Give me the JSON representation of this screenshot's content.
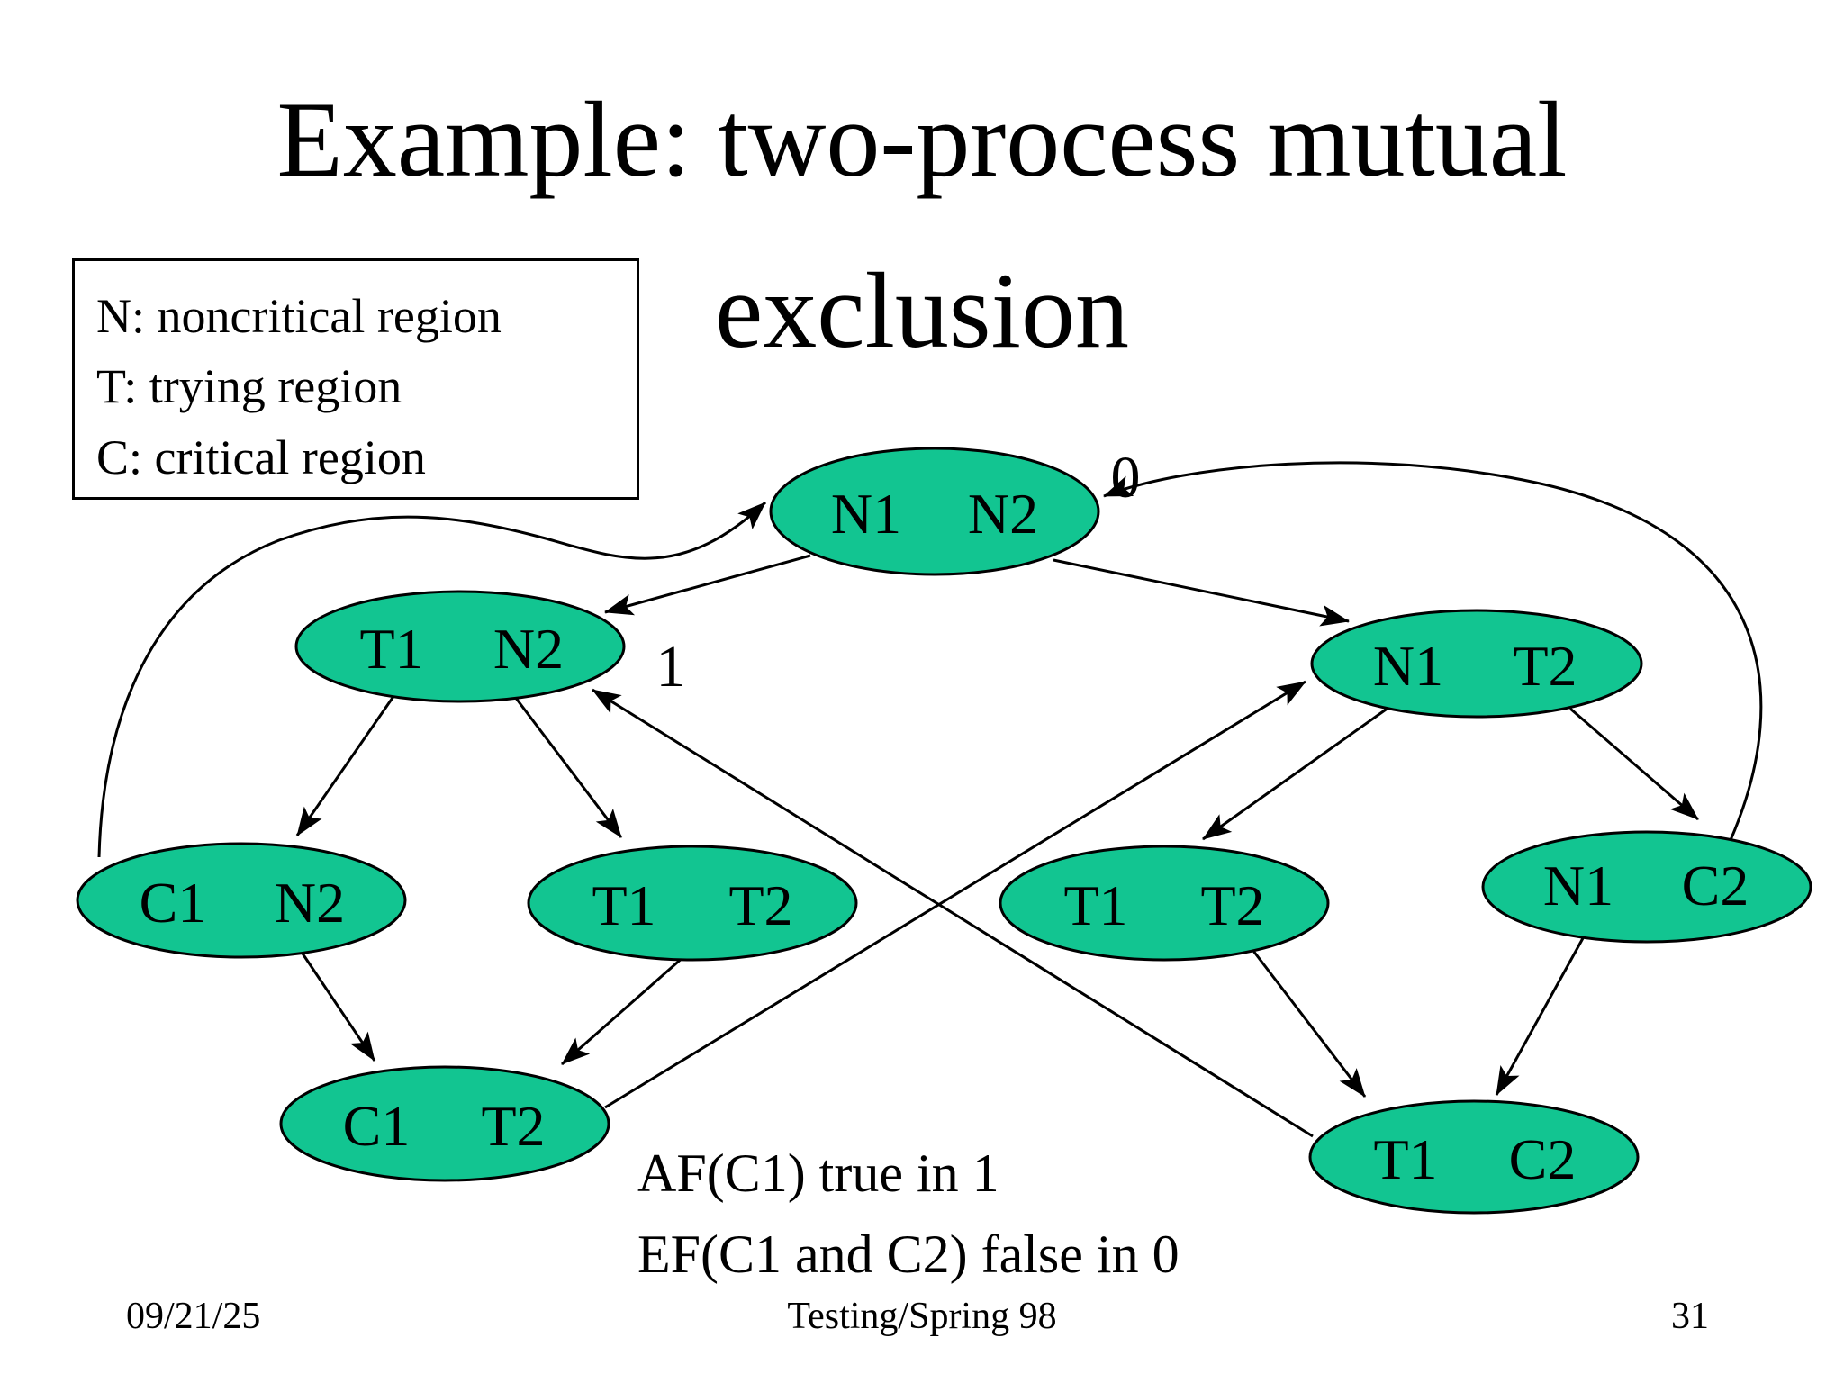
{
  "slide": {
    "title": {
      "line1": "Example: two-process mutual",
      "line2": "exclusion"
    },
    "legend": {
      "line1": "N: noncritical region",
      "line2": "T: trying region",
      "line3": "C: critical region"
    },
    "annotation": {
      "line1": "AF(C1) true in 1",
      "line2": "EF(C1 and C2) false in 0"
    },
    "footer": {
      "date": "09/21/25",
      "course": "Testing/Spring 98",
      "page": "31"
    }
  },
  "diagram": {
    "colors": {
      "node_fill": "#12C591",
      "node_stroke": "#000000",
      "edge": "#000000"
    },
    "state_labels": {
      "initial": "0",
      "after_t1": "1"
    },
    "nodes": {
      "n1n2": {
        "left": "N1",
        "right": "N2"
      },
      "t1n2": {
        "left": "T1",
        "right": "N2"
      },
      "n1t2": {
        "left": "N1",
        "right": "T2"
      },
      "c1n2": {
        "left": "C1",
        "right": "N2"
      },
      "t1t2a": {
        "left": "T1",
        "right": "T2"
      },
      "t1t2b": {
        "left": "T1",
        "right": "T2"
      },
      "n1c2": {
        "left": "N1",
        "right": "C2"
      },
      "c1t2": {
        "left": "C1",
        "right": "T2"
      },
      "t1c2": {
        "left": "T1",
        "right": "C2"
      }
    },
    "edges": [
      {
        "from": "N1 N2",
        "to": "T1 N2"
      },
      {
        "from": "N1 N2",
        "to": "N1 T2"
      },
      {
        "from": "T1 N2",
        "to": "C1 N2"
      },
      {
        "from": "T1 N2",
        "to": "T1 T2 (left)"
      },
      {
        "from": "N1 T2",
        "to": "T1 T2 (right)"
      },
      {
        "from": "N1 T2",
        "to": "N1 C2"
      },
      {
        "from": "C1 N2",
        "to": "C1 T2"
      },
      {
        "from": "T1 T2 (left)",
        "to": "C1 T2"
      },
      {
        "from": "T1 T2 (right)",
        "to": "T1 C2"
      },
      {
        "from": "N1 C2",
        "to": "T1 C2"
      },
      {
        "from": "C1 T2",
        "to": "N1 T2"
      },
      {
        "from": "T1 C2",
        "to": "T1 N2"
      },
      {
        "from": "C1 N2",
        "to": "N1 N2"
      },
      {
        "from": "N1 C2",
        "to": "N1 N2"
      }
    ]
  }
}
